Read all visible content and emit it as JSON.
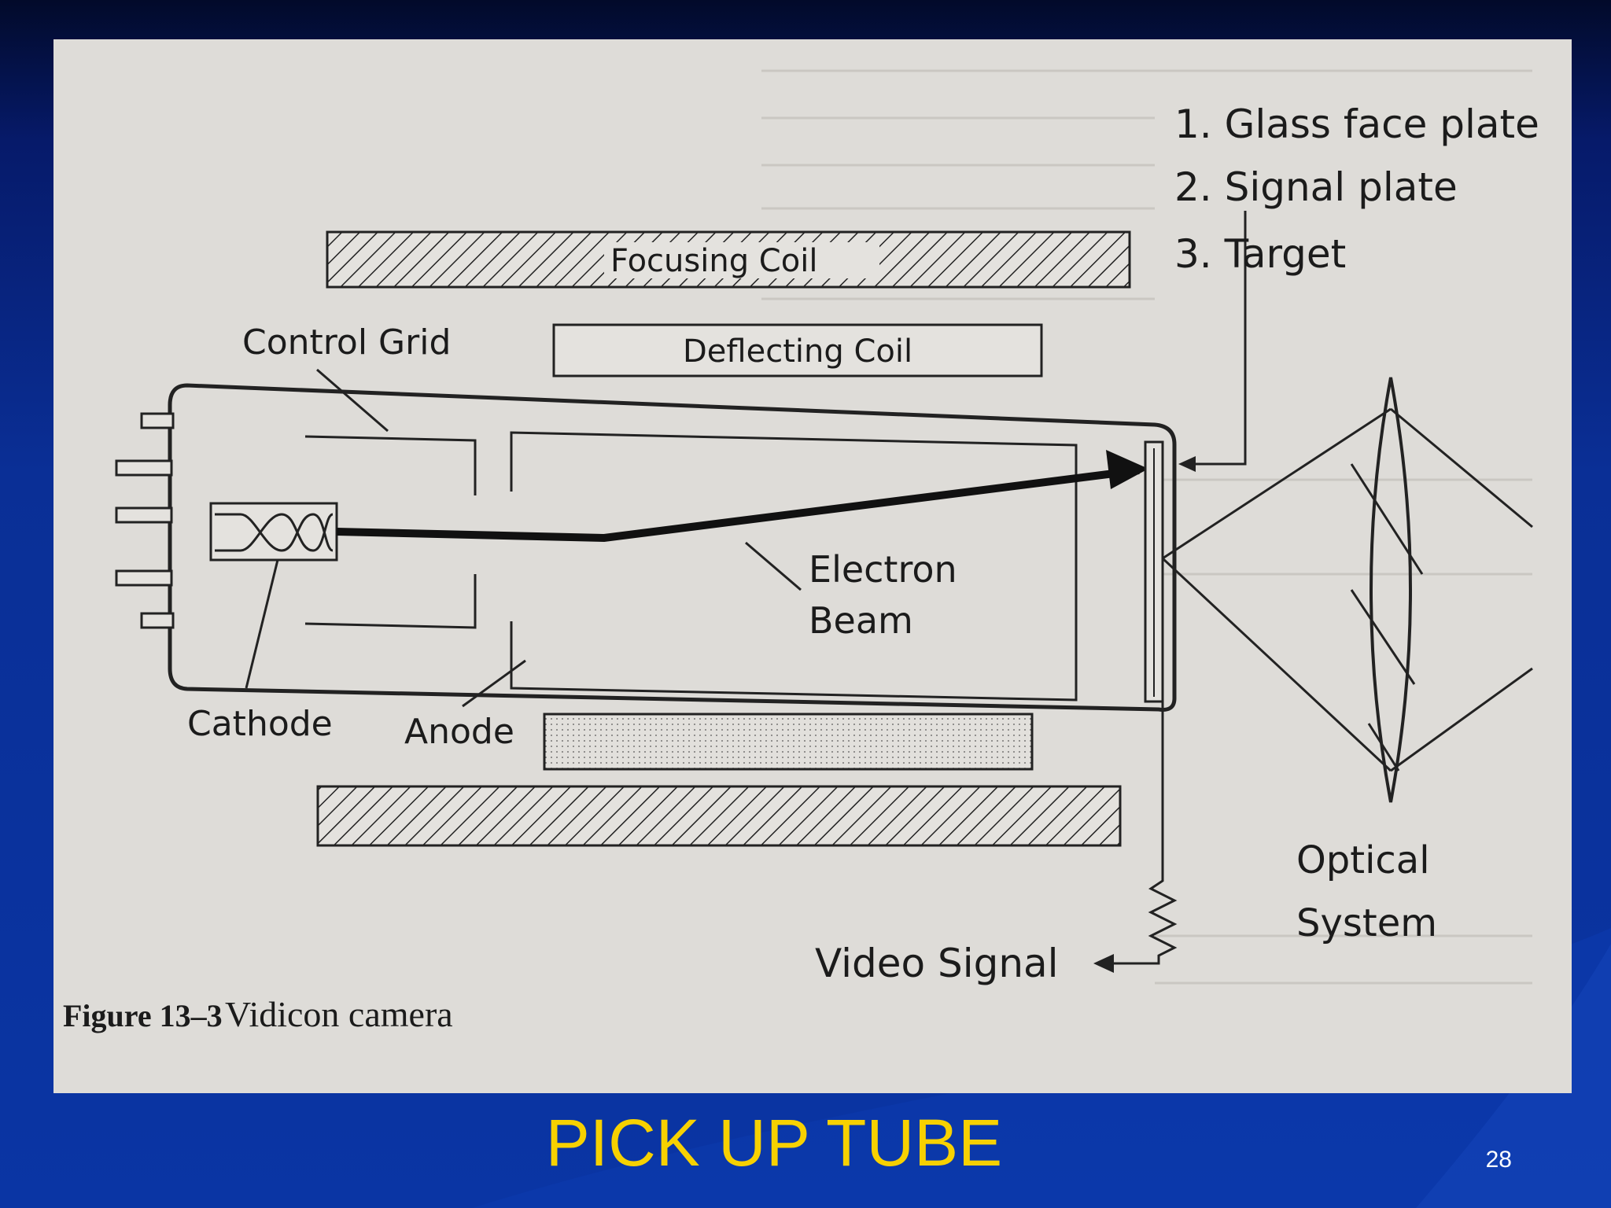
{
  "slide": {
    "title": "PICK UP TUBE",
    "page_number": "28"
  },
  "figure": {
    "caption_number": "Figure 13–3",
    "caption_text": "Vidicon camera",
    "legend": [
      "1. Glass face plate",
      "2. Signal plate",
      "3. Target"
    ],
    "labels": {
      "focusing_coil": "Focusing Coil",
      "deflecting_coil": "Deflecting Coil",
      "control_grid": "Control Grid",
      "cathode": "Cathode",
      "anode": "Anode",
      "electron_beam_1": "Electron",
      "electron_beam_2": "Beam",
      "video_signal": "Video Signal",
      "optical_1": "Optical",
      "optical_2": "System"
    }
  },
  "colors": {
    "title": "#f7d100",
    "background": "#0a35a4",
    "panel": "#dedcd8",
    "ink": "#1b1b1b"
  }
}
